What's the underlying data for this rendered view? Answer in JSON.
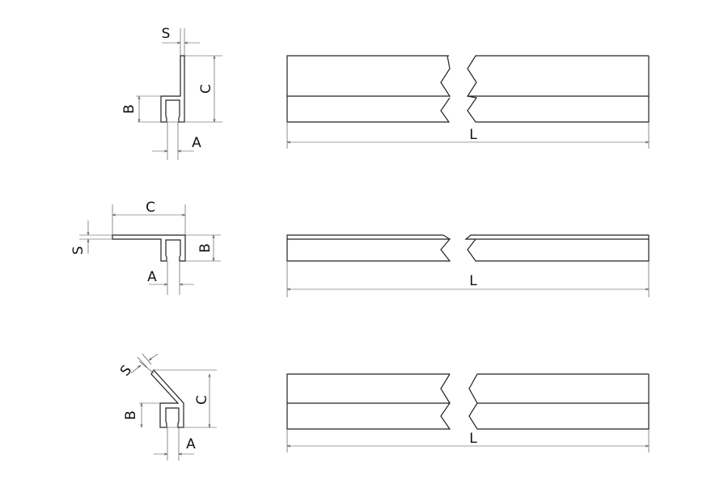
{
  "profiles": [
    {
      "name": "vertical-flange-profile",
      "labels": {
        "s": "S",
        "c": "C",
        "b": "B",
        "a": "A",
        "l": "L"
      }
    },
    {
      "name": "horizontal-flange-profile",
      "labels": {
        "s": "S",
        "c": "C",
        "b": "B",
        "a": "A",
        "l": "L"
      }
    },
    {
      "name": "angled-flange-profile",
      "labels": {
        "s": "S",
        "c": "C",
        "b": "B",
        "a": "A",
        "l": "L"
      }
    }
  ]
}
